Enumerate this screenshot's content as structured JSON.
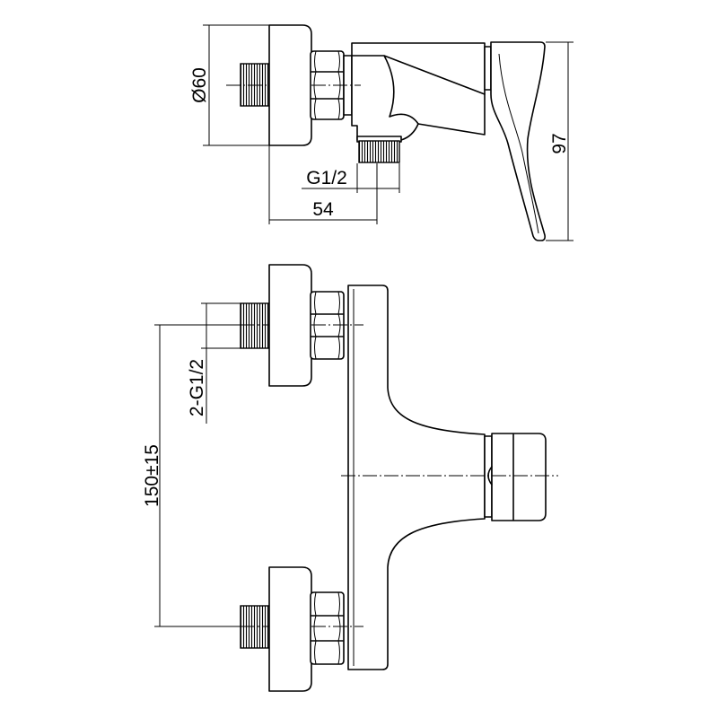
{
  "drawing": {
    "top_view": {
      "diameter_label": "Ø60",
      "outlet_thread_label": "G1/2",
      "depth_label": "54",
      "height_label": "97"
    },
    "front_view": {
      "inlet_thread_label": "2-G1/2",
      "center_distance_label": "150±15"
    }
  },
  "colors": {
    "line": "#000000",
    "background": "#ffffff"
  }
}
